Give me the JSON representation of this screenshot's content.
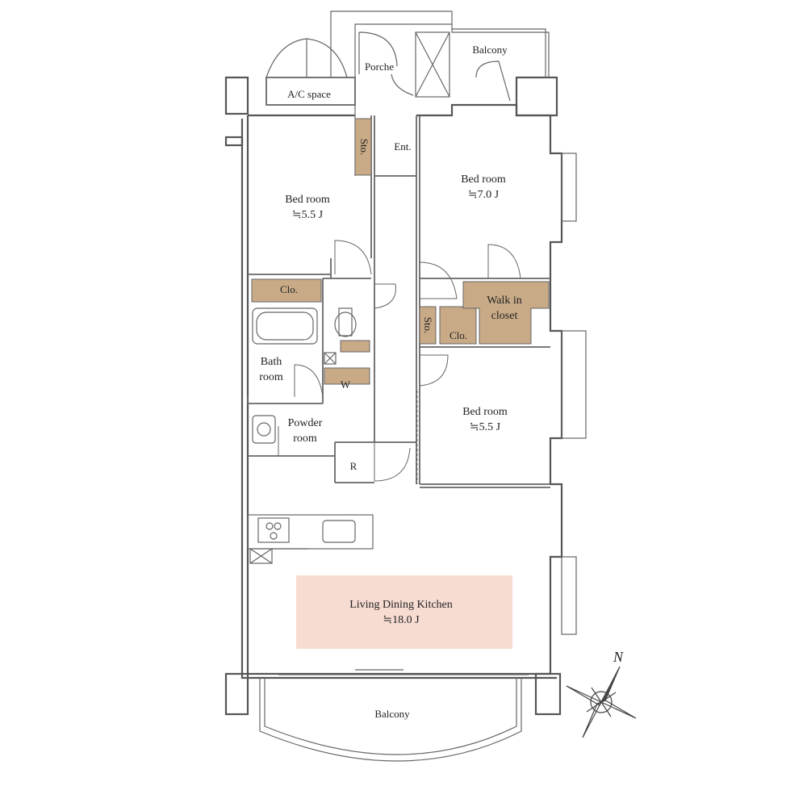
{
  "rooms": {
    "bed_nw": {
      "name": "Bed room",
      "size": "≒5.5 J"
    },
    "bed_ne": {
      "name": "Bed room",
      "size": "≒7.0 J"
    },
    "bed_e": {
      "name": "Bed room",
      "size": "≒5.5 J"
    },
    "ldk": {
      "name": "Living Dining Kitchen",
      "size": "≒18.0 J"
    },
    "bath": {
      "line1": "Bath",
      "line2": "room"
    },
    "powder": {
      "line1": "Powder",
      "line2": "room"
    },
    "walkin": {
      "line1": "Walk in",
      "line2": "closet"
    }
  },
  "labels": {
    "porche": "Porche",
    "ac_space": "A/C space",
    "balcony_top": "Balcony",
    "balcony_bottom": "Balcony",
    "sto_top": "Sto.",
    "ent": "Ent.",
    "clo_left": "Clo.",
    "sto_mid": "Sto.",
    "clo_mid": "Clo.",
    "washer": "W",
    "fridge": "R"
  },
  "compass": {
    "north": "N"
  },
  "colors": {
    "wall": "#5a5a5a",
    "storage": "#c8aa87",
    "ldk_fill": "#f7dcd2",
    "fixture": "#dddddd"
  }
}
